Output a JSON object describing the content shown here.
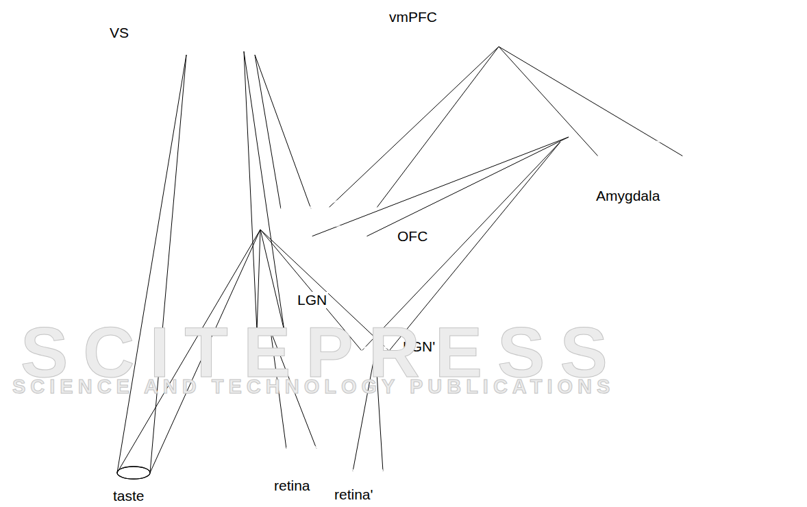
{
  "diagram": {
    "nodes": [
      {
        "text": [
          "VS"
        ]
      },
      {
        "text": [
          "vmPFC"
        ]
      },
      {
        "text": [
          "Amygdala"
        ]
      },
      {
        "text": [
          "OFC"
        ]
      },
      {
        "text": [
          "LGN"
        ]
      },
      {
        "text": [
          "LGN'"
        ]
      },
      {
        "text": [
          "taste"
        ]
      },
      {
        "text": [
          "retina"
        ]
      },
      {
        "text": [
          "retina'"
        ]
      }
    ],
    "edges": [
      {
        "from": 6,
        "to": 0,
        "arrow": "none"
      },
      {
        "from": 6,
        "to": 3,
        "arrow": "none"
      },
      {
        "from": 3,
        "to": 0,
        "arrow": "none"
      },
      {
        "from": 4,
        "to": 0,
        "arrow": "none"
      },
      {
        "from": 4,
        "to": 3,
        "arrow": "none"
      },
      {
        "from": 5,
        "to": 3,
        "arrow": "none"
      },
      {
        "from": 3,
        "to": 1,
        "arrow": "none"
      },
      {
        "from": 3,
        "to": 2,
        "arrow": "none"
      },
      {
        "from": 2,
        "to": 1,
        "arrow": "none"
      },
      {
        "from": 5,
        "to": 2,
        "arrow": "none"
      },
      {
        "from": 7,
        "to": 4,
        "arrow": "none"
      },
      {
        "from": 8,
        "to": 5,
        "arrow": "none"
      }
    ],
    "labels": [
      "SCITEPRESS",
      "SCIENCE AND TECHNOLOGY PUBLICATIONS"
    ]
  }
}
